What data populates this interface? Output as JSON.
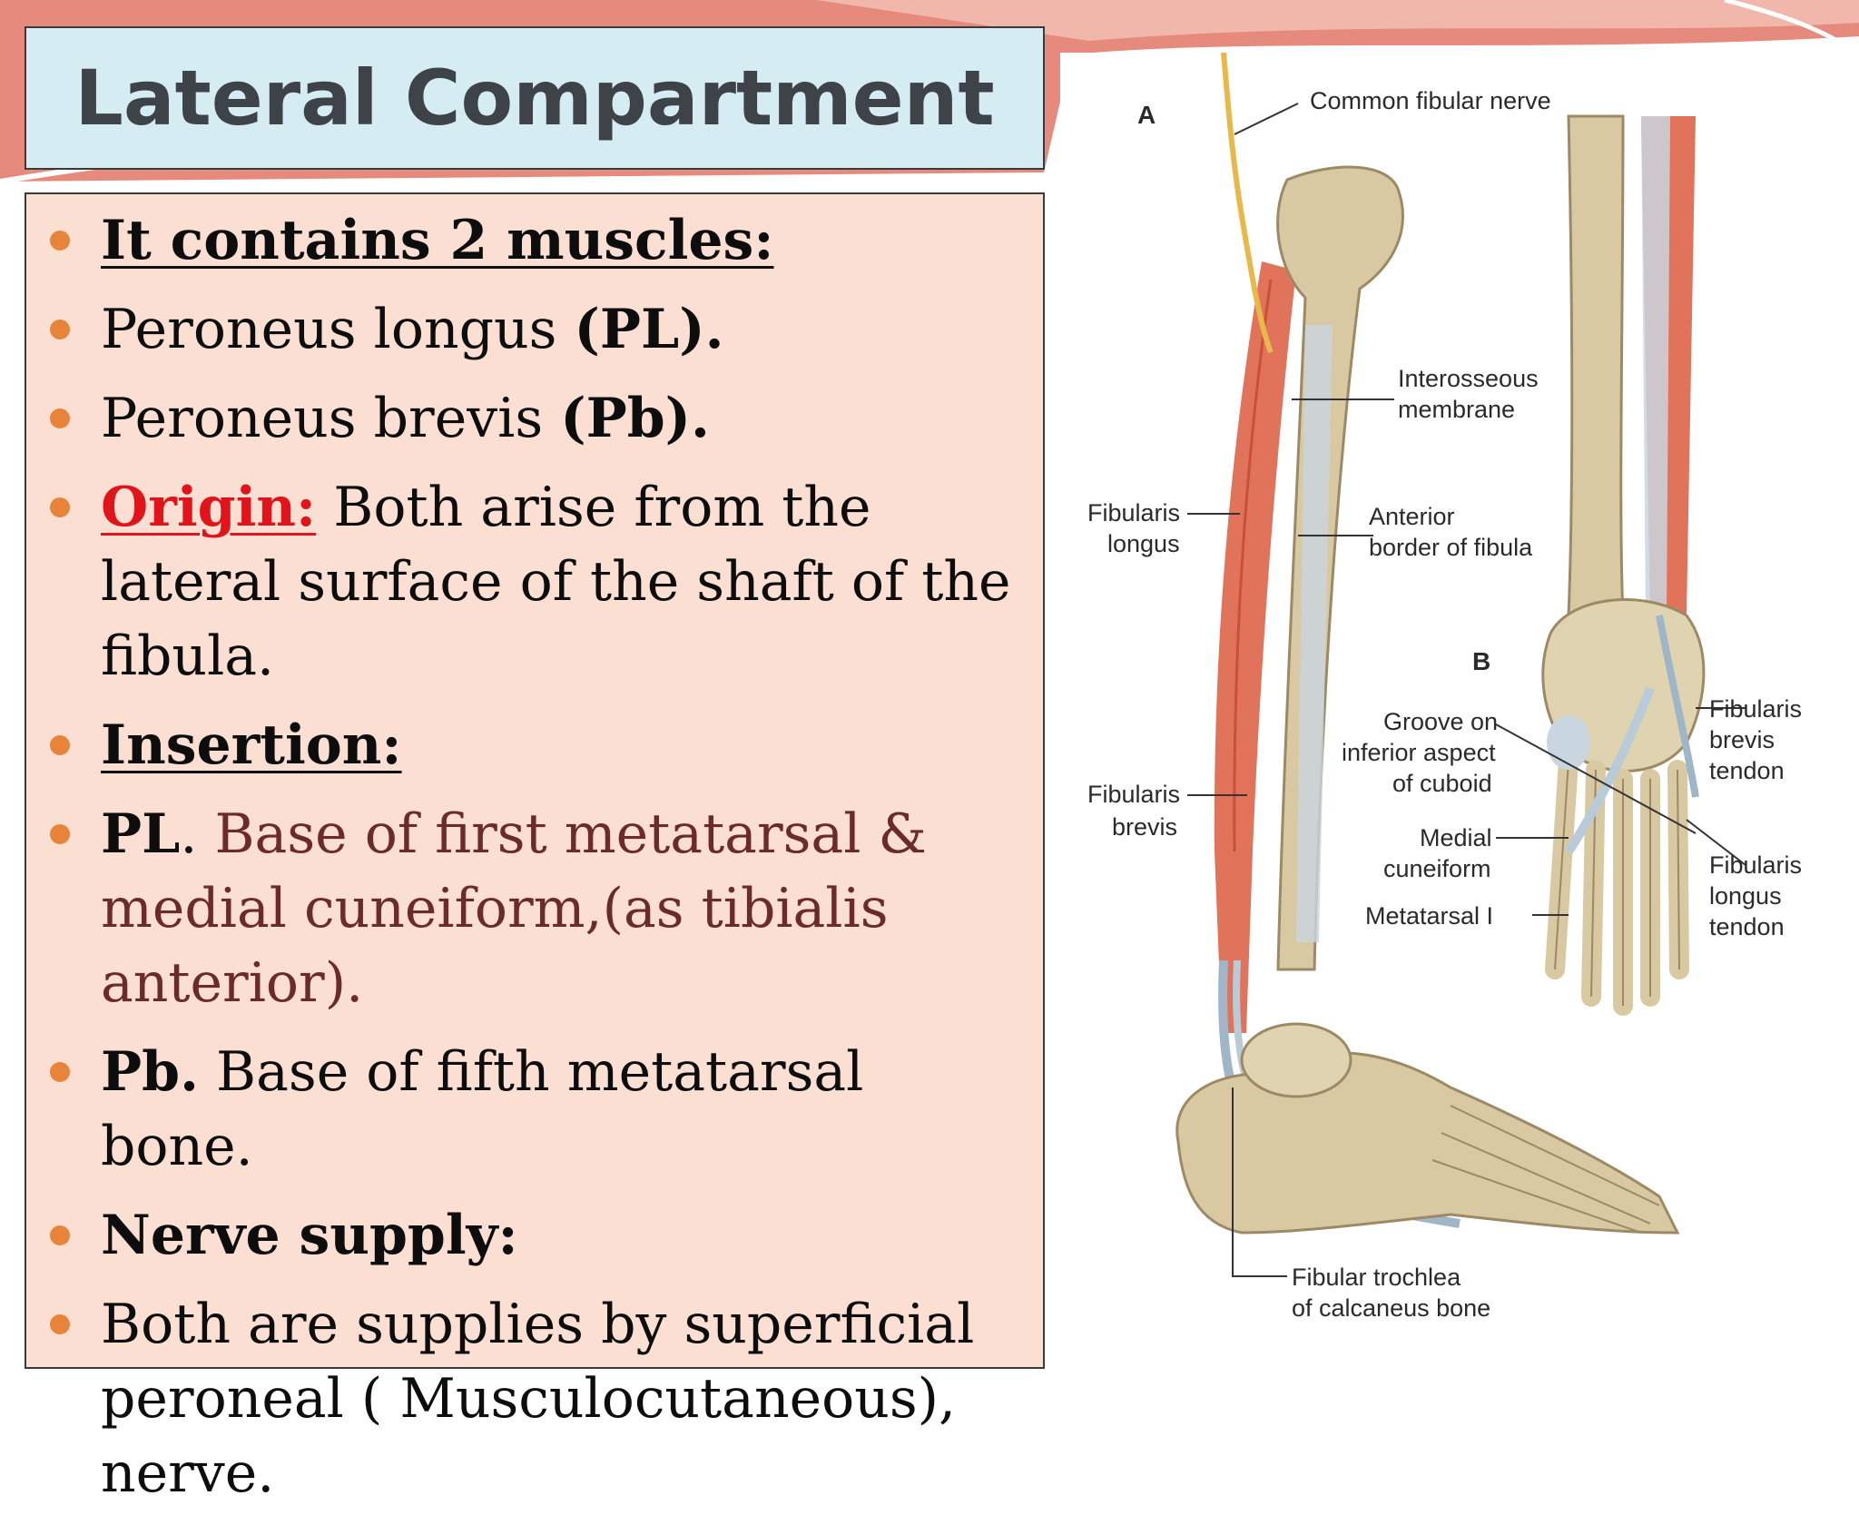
{
  "slide": {
    "title": "Lateral Compartment",
    "bullets": {
      "b1": {
        "text": "It contains 2 muscles:"
      },
      "b2": {
        "name": "Peroneus longus ",
        "abbr": "(PL)."
      },
      "b3": {
        "name": "Peroneus brevis ",
        "abbr": "(Pb)."
      },
      "b4": {
        "label": "Origin:",
        "text": " Both arise from the lateral surface of the shaft of the fibula."
      },
      "b5": {
        "text": "Insertion:"
      },
      "b6": {
        "label": "PL",
        "sep": ". ",
        "text": "Base of first metatarsal & medial cuneiform,(as tibialis anterior)."
      },
      "b7": {
        "label": "Pb.",
        "text": " Base of fifth metatarsal bone."
      },
      "b8": {
        "text": "Nerve supply:"
      },
      "b9": {
        "text": "Both are supplies by superficial peroneal ( Musculocutaneous), nerve."
      }
    }
  },
  "figure": {
    "labels": {
      "panel_a": "A",
      "panel_b": "B",
      "common_fibular_nerve": "Common fibular nerve",
      "interosseous_1": "Interosseous",
      "interosseous_2": "membrane",
      "anterior_border_1": "Anterior",
      "anterior_border_2": "border of fibula",
      "fibularis_longus_1": "Fibularis",
      "fibularis_longus_2": "longus",
      "fibularis_brevis_1": "Fibularis",
      "fibularis_brevis_2": "brevis",
      "groove_1": "Groove on",
      "groove_2": "inferior aspect",
      "groove_3": "of cuboid",
      "medial_cuneiform_1": "Medial",
      "medial_cuneiform_2": "cuneiform",
      "metatarsal": "Metatarsal I",
      "fb_tendon_1": "Fibularis",
      "fb_tendon_2": "brevis",
      "fb_tendon_3": "tendon",
      "fl_tendon_1": "Fibularis",
      "fl_tendon_2": "longus",
      "fl_tendon_3": "tendon",
      "trochlea_1": "Fibular trochlea",
      "trochlea_2": "of calcaneus bone"
    }
  },
  "colors": {
    "bullet": "#e8833a",
    "title_bg": "#d6ecf3",
    "content_bg": "#fbdfd2",
    "accent_red": "#e0141a",
    "insertion_text": "#6b2b2b"
  }
}
